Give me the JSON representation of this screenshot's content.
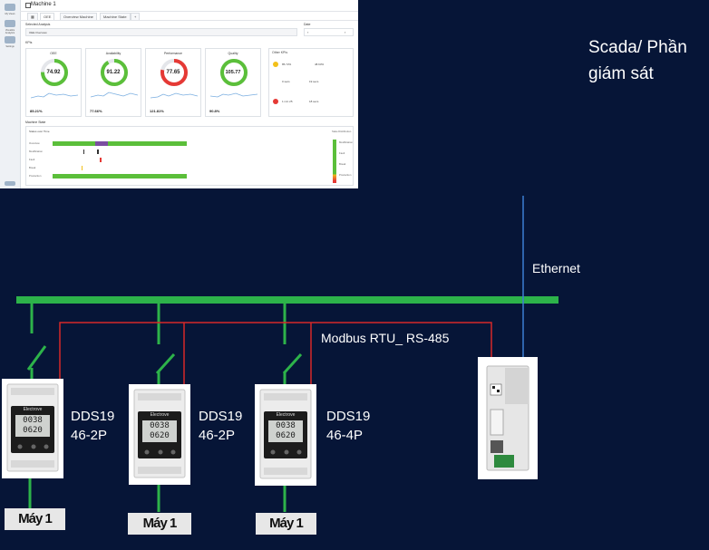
{
  "annotations": {
    "scada_line1": "Scada/ Phần",
    "scada_line2": "giám sát",
    "ethernet": "Ethernet",
    "modbus": "Modbus RTU_ RS-485"
  },
  "meters": [
    {
      "model_line1": "DDS19",
      "model_line2": "46-2P",
      "machine": "Máy 1"
    },
    {
      "model_line1": "DDS19",
      "model_line2": "46-2P",
      "machine": "Máy 1"
    },
    {
      "model_line1": "DDS19",
      "model_line2": "46-4P",
      "machine": "Máy 1"
    }
  ],
  "meter_brand": "Electrove",
  "meter_display": {
    "row1": "0038",
    "row2": "0620"
  },
  "scada": {
    "machine_title": "Machine 1",
    "tabs": [
      "OEE",
      "Overview Machine",
      "Machine State"
    ],
    "selected_analysis_label": "Selected Analysis",
    "selected_analysis_value": "OEE Overview",
    "date_label": "Date",
    "kpis_label": "KPIs",
    "other_kpis_label": "Other KPIs",
    "kpis": [
      {
        "name": "OEE",
        "value": "74.92",
        "sub": "85.21%",
        "color": "#5bbf3a",
        "fraction": 0.75
      },
      {
        "name": "Availability",
        "value": "91.22",
        "sub": "77.66%",
        "color": "#5bbf3a",
        "fraction": 0.91
      },
      {
        "name": "Performance",
        "value": "77.65",
        "sub": "121.81%",
        "color": "#e53935",
        "fraction": 0.78
      },
      {
        "name": "Quality",
        "value": "105.77",
        "sub": "90.8%",
        "color": "#5bbf3a",
        "fraction": 1.0
      }
    ],
    "other_kpis": {
      "v1": "85.72%",
      "v2": "48.63%",
      "v3": "0 secs",
      "v4": "19 secs",
      "v5": "1 min 25",
      "v6": "18 secs"
    },
    "machine_state_label": "Machine State",
    "state_chart_title": "Status over Time",
    "state_rows": [
      "Overview",
      "Modification",
      "Fault",
      "Break",
      "Production"
    ],
    "state_distribution_label": "State Distribution",
    "state_legend": [
      "Modification",
      "Fault",
      "Break",
      "Production"
    ],
    "side_items": [
      "My Views",
      "Visualize Analytics",
      "Settings"
    ]
  },
  "colors": {
    "background": "#061537",
    "bus_green": "#2db34a",
    "modbus_red": "#d62828",
    "ethernet_blue": "#3b7fd4"
  }
}
